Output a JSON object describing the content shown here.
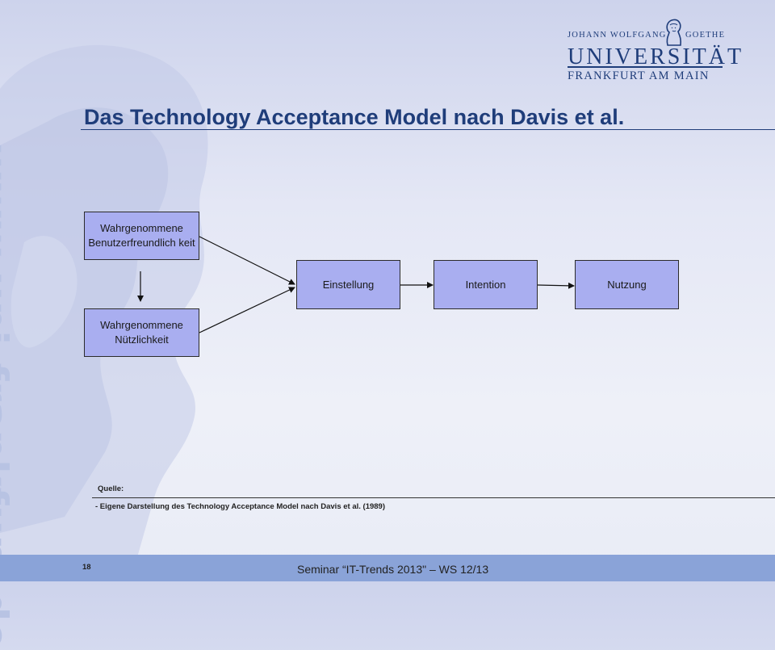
{
  "header": {
    "logo_line1_left": "JOHANN WOLFGANG",
    "logo_line1_right": "GOETHE",
    "logo_line2": "UNIVERSITÄT",
    "logo_line3": "FRANKFURT AM MAIN"
  },
  "side_watermark": "www.uni-frankfurt.de",
  "slide": {
    "title": "Das Technology Acceptance Model nach Davis et al."
  },
  "diagram": {
    "nodes": {
      "perceived_ease": "Wahrgenommene Benutzerfreundlich keit",
      "perceived_usefulness": "Wahrgenommene Nützlichkeit",
      "attitude": "Einstellung",
      "intention": "Intention",
      "usage": "Nutzung"
    },
    "edges": [
      {
        "from": "perceived_ease",
        "to": "attitude"
      },
      {
        "from": "perceived_usefulness",
        "to": "attitude"
      },
      {
        "from": "perceived_ease",
        "to": "perceived_usefulness"
      },
      {
        "from": "attitude",
        "to": "intention"
      },
      {
        "from": "intention",
        "to": "usage"
      }
    ]
  },
  "source": {
    "label": "Quelle:",
    "text": "- Eigene Darstellung des Technology  Acceptance Model nach Davis et al. (1989)"
  },
  "footer": {
    "page_number": "18",
    "text": "Seminar “IT-Trends 2013\" – WS 12/13"
  },
  "colors": {
    "title": "#1f3d7a",
    "box_fill": "#a9aef0",
    "footer_bar": "#8aa3d8"
  }
}
